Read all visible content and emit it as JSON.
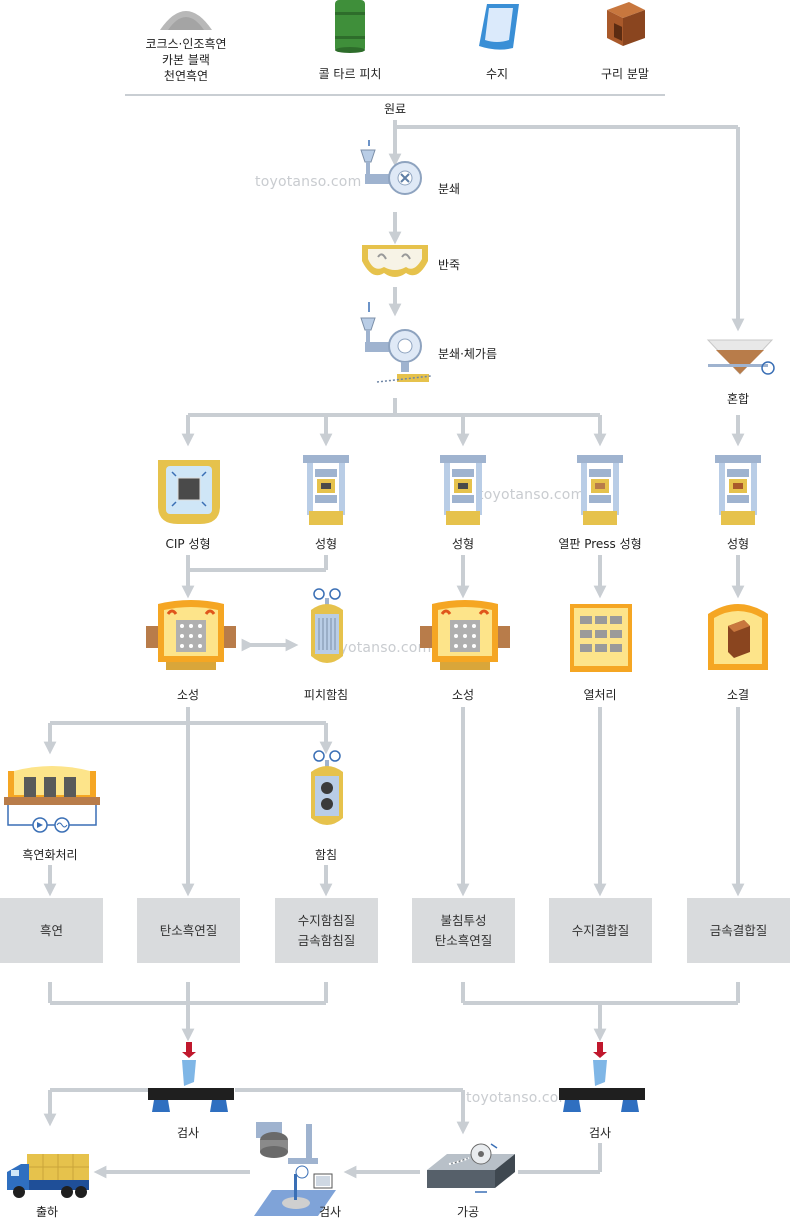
{
  "raw_materials": {
    "coke": "코크스·인조흑연",
    "carbon_black": "카본 블랙",
    "natural_graphite": "천연흑연",
    "coal_tar_pitch": "콜 타르 피치",
    "resin": "수지",
    "copper_powder": "구리 분말",
    "title": "원료"
  },
  "steps": {
    "crushing": "분쇄",
    "kneading": "반죽",
    "crushing_sieving": "분쇄·체가름",
    "mixing": "혼합",
    "cip_forming": "CIP 성형",
    "forming": "성형",
    "hot_press_forming": "열판 Press 성형",
    "baking": "소성",
    "pitch_impregnation": "피치함침",
    "heat_treatment": "열처리",
    "sintering": "소결",
    "graphitization": "흑연화처리",
    "impregnation": "함침",
    "inspection": "검사",
    "machining": "가공",
    "shipping": "출하"
  },
  "products": {
    "graphite": "흑연",
    "carbon_graphite": "탄소흑연질",
    "resin_impregnated": "수지함침질",
    "metal_impregnated": "금속함침질",
    "impermeable_line1": "불침투성",
    "impermeable_line2": "탄소흑연질",
    "resin_bonded": "수지결합질",
    "metal_bonded": "금속결합질"
  },
  "watermark": "toyotanso.com",
  "colors": {
    "arrow": "#c9ced3",
    "box": "#d9dbdd",
    "press_blue": "#9fb3cf",
    "press_yellow": "#e6c24c",
    "furnace_orange": "#f5a623",
    "copper": "#a0522d"
  }
}
